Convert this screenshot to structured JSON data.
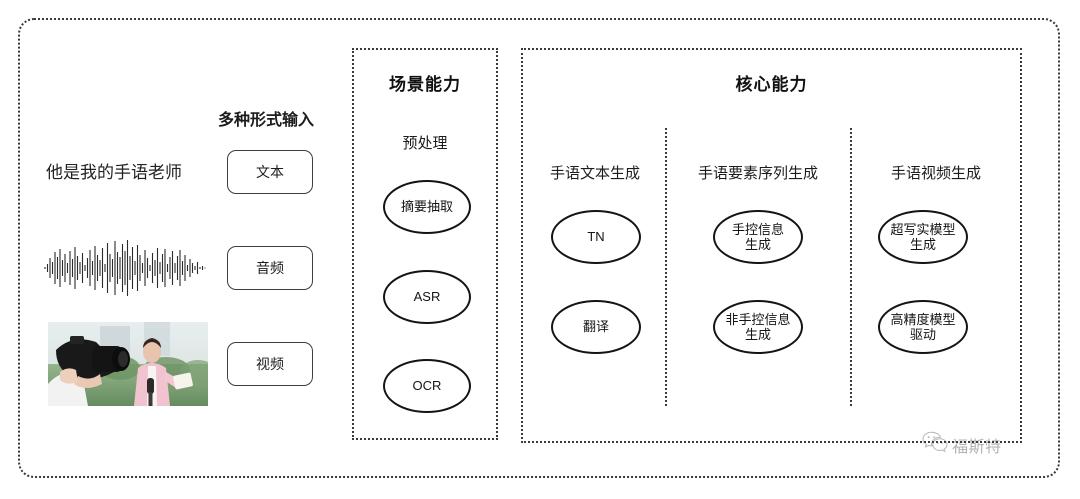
{
  "diagram": {
    "input_section": {
      "caption": "多种形式输入",
      "text_sample": "他是我的手语老师",
      "modalities": [
        {
          "label": "文本",
          "icon": "text-sample"
        },
        {
          "label": "音频",
          "icon": "audio-waveform"
        },
        {
          "label": "视频",
          "icon": "video-thumbnail"
        }
      ]
    },
    "scene_panel": {
      "title": "场景能力",
      "groups": [
        {
          "header": "预处理",
          "nodes": [
            "摘要抽取",
            "ASR",
            "OCR"
          ]
        }
      ]
    },
    "core_panel": {
      "title": "核心能力",
      "columns": [
        {
          "header": "手语文本生成",
          "nodes": [
            "TN",
            "翻译"
          ]
        },
        {
          "header": "手语要素序列生成",
          "nodes": [
            "手控信息\n生成",
            "非手控信息\n生成"
          ]
        },
        {
          "header": "手语视频生成",
          "nodes": [
            "超写实模型\n生成",
            "高精度模型\n驱动"
          ]
        }
      ]
    },
    "watermark": {
      "label": "福斯特",
      "icon": "wechat-icon"
    },
    "colors": {
      "border": "#3a3a3a",
      "node_stroke": "#141414",
      "text": "#1c1c1c",
      "background": "#ffffff"
    }
  }
}
